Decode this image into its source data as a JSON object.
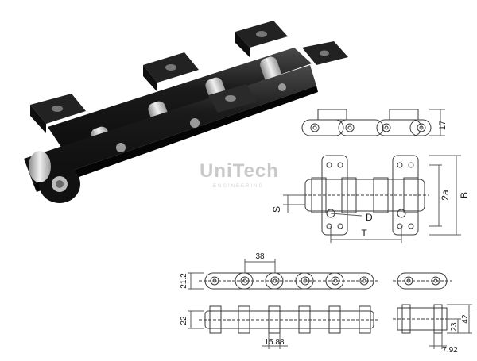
{
  "brand": {
    "name": "UniTech",
    "tagline": "ENGINEERING"
  },
  "dimensions": {
    "plate_height": "17",
    "attachment_height": "2a",
    "overall_width": "B",
    "plate_thickness": "S",
    "hole_diameter": "D",
    "pitch_label": "T",
    "pitch": "38",
    "link_height": "21.2",
    "inner_width": "22",
    "roller_diameter": "15.88",
    "half_width": "23",
    "total_width": "42",
    "offset": "7.92"
  },
  "colors": {
    "chain": "#1b1b1b",
    "line": "#3a3a3a",
    "dim": "#5a5a5a",
    "roller": "#cfcfcf"
  }
}
